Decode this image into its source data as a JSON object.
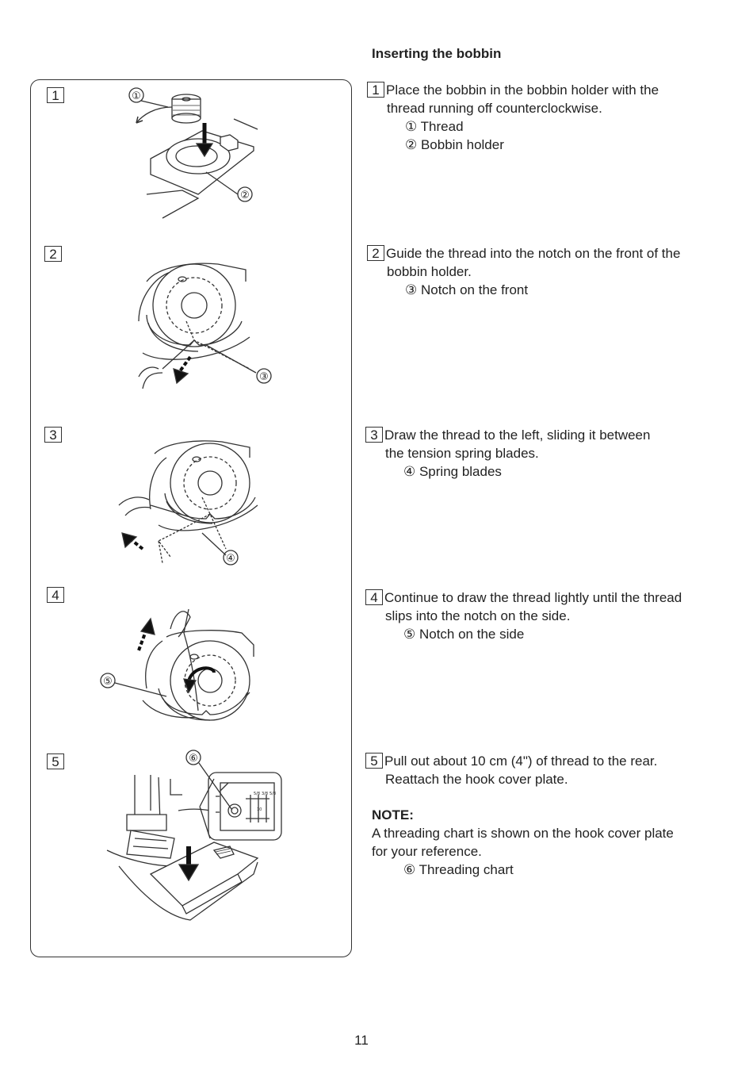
{
  "title": "Inserting the bobbin",
  "steps": [
    {
      "num": "1",
      "line1": "Place the bobbin in the bobbin holder with the",
      "line2": "thread running off counterclockwise.",
      "subs": [
        "① Thread",
        "② Bobbin holder"
      ]
    },
    {
      "num": "2",
      "line1": "Guide the thread into the notch on the front of the",
      "line2": "bobbin holder.",
      "subs": [
        "③ Notch on the front"
      ]
    },
    {
      "num": "3",
      "line1": "Draw the thread to the left, sliding it between",
      "line2": "the  tension spring blades.",
      "subs": [
        "④ Spring blades"
      ]
    },
    {
      "num": "4",
      "line1": "Continue to draw the thread lightly until the thread",
      "line2": "slips into the notch on the side.",
      "subs": [
        "⑤ Notch on the side"
      ]
    },
    {
      "num": "5",
      "line1": "Pull out about 10 cm (4\") of thread to the rear.",
      "line2": "Reattach the hook cover plate.",
      "subs": []
    }
  ],
  "note": {
    "heading": "NOTE:",
    "line1": "A threading chart is shown on the hook cover plate",
    "line2": "for your reference.",
    "sub": "⑥ Threading chart"
  },
  "figure_labels": {
    "c1": "①",
    "c2": "②",
    "c3": "③",
    "c4": "④",
    "c5": "⑤",
    "c6": "⑥"
  },
  "chart_ticks": {
    "a": "5/8",
    "b": "3/8",
    "c": "5/8",
    "d": "10"
  },
  "page_number": "11"
}
